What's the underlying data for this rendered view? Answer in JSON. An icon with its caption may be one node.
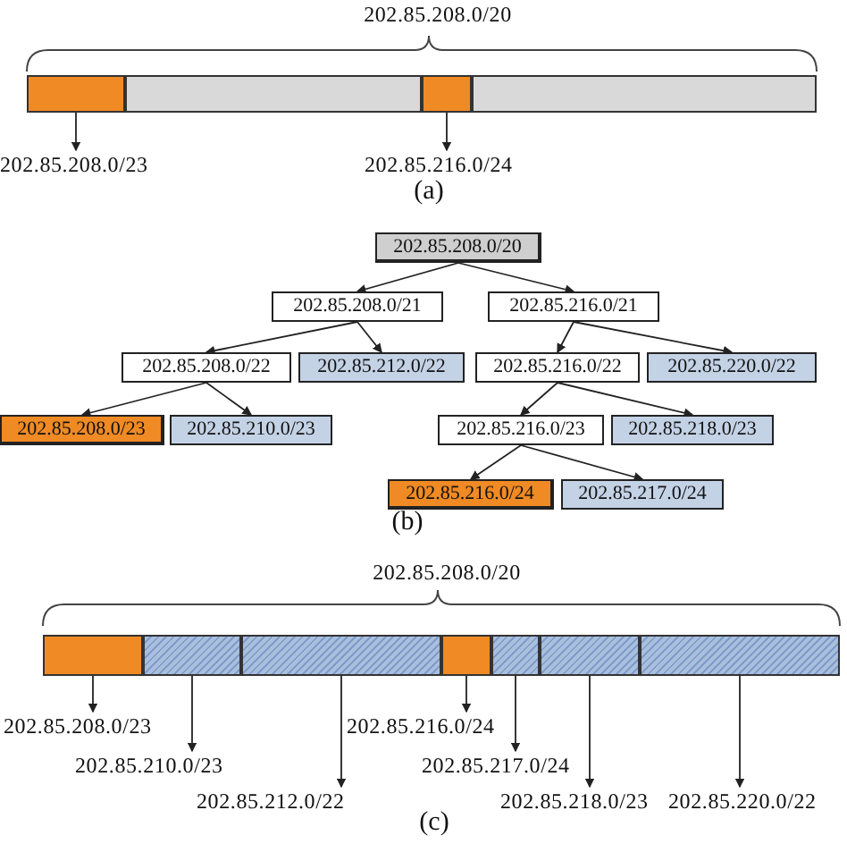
{
  "diagram": {
    "nodes": [
      {
        "text": [],
        "shape": "bar"
      },
      {
        "text": [],
        "shape": "bar"
      },
      {
        "text": [],
        "shape": "bar"
      },
      {
        "text": [],
        "shape": "bar"
      },
      {
        "text": [
          "202.85.208.0/23"
        ]
      },
      {
        "text": [
          "202.85.216.0/24"
        ]
      },
      {
        "text": [
          "202.85.208.0/20"
        ]
      },
      {
        "text": [
          "202.85.208.0/21"
        ]
      },
      {
        "text": [
          "202.85.216.0/21"
        ]
      },
      {
        "text": [
          "202.85.208.0/22"
        ]
      },
      {
        "text": [
          "202.85.212.0/22"
        ]
      },
      {
        "text": [
          "202.85.216.0/22"
        ]
      },
      {
        "text": [
          "202.85.220.0/22"
        ]
      },
      {
        "text": [
          "202.85.208.0/23"
        ]
      },
      {
        "text": [
          "202.85.210.0/23"
        ]
      },
      {
        "text": [
          "202.85.216.0/23"
        ]
      },
      {
        "text": [
          "202.85.218.0/23"
        ]
      },
      {
        "text": [
          "202.85.216.0/24"
        ]
      },
      {
        "text": [
          "202.85.217.0/24"
        ]
      },
      {
        "text": [],
        "shape": "bar"
      },
      {
        "text": [],
        "shape": "bar"
      },
      {
        "text": [],
        "shape": "bar"
      },
      {
        "text": [],
        "shape": "bar"
      },
      {
        "text": [],
        "shape": "bar"
      },
      {
        "text": [],
        "shape": "bar"
      },
      {
        "text": [],
        "shape": "bar"
      },
      {
        "text": [
          "202.85.208.0/23"
        ]
      },
      {
        "text": [
          "202.85.210.0/23"
        ]
      },
      {
        "text": [
          "202.85.212.0/22"
        ]
      },
      {
        "text": [
          "202.85.216.0/24"
        ]
      },
      {
        "text": [
          "202.85.217.0/24"
        ]
      },
      {
        "text": [
          "202.85.218.0/23"
        ]
      },
      {
        "text": [
          "202.85.220.0/22"
        ]
      }
    ],
    "edges": [
      {
        "from": 0,
        "to": 4,
        "arrow": "to"
      },
      {
        "from": 2,
        "to": 5,
        "arrow": "to"
      },
      {
        "from": 6,
        "to": 7,
        "arrow": "to"
      },
      {
        "from": 6,
        "to": 8,
        "arrow": "to"
      },
      {
        "from": 7,
        "to": 9,
        "arrow": "to"
      },
      {
        "from": 7,
        "to": 10,
        "arrow": "to"
      },
      {
        "from": 8,
        "to": 11,
        "arrow": "to"
      },
      {
        "from": 8,
        "to": 12,
        "arrow": "to"
      },
      {
        "from": 9,
        "to": 13,
        "arrow": "to"
      },
      {
        "from": 9,
        "to": 14,
        "arrow": "to"
      },
      {
        "from": 11,
        "to": 15,
        "arrow": "to"
      },
      {
        "from": 11,
        "to": 16,
        "arrow": "to"
      },
      {
        "from": 15,
        "to": 17,
        "arrow": "to"
      },
      {
        "from": 15,
        "to": 18,
        "arrow": "to"
      },
      {
        "from": 19,
        "to": 26,
        "arrow": "to"
      },
      {
        "from": 20,
        "to": 27,
        "arrow": "to"
      },
      {
        "from": 21,
        "to": 28,
        "arrow": "to"
      },
      {
        "from": 22,
        "to": 29,
        "arrow": "to"
      },
      {
        "from": 23,
        "to": 30,
        "arrow": "to"
      },
      {
        "from": 24,
        "to": 31,
        "arrow": "to"
      },
      {
        "from": 25,
        "to": 32,
        "arrow": "to"
      }
    ],
    "labels": [
      "202.85.208.0/20",
      "(a)",
      "(b)",
      "202.85.208.0/20",
      "(c)"
    ]
  }
}
